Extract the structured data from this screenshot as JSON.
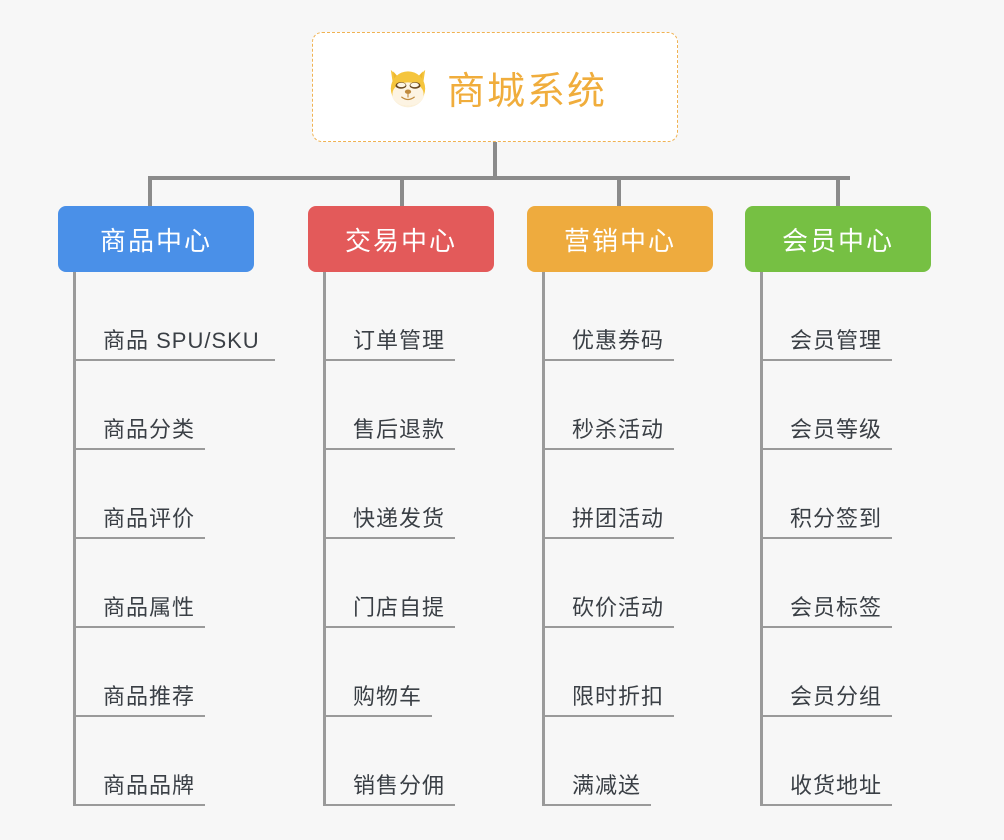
{
  "root": {
    "icon": "shiba-dog-face-icon",
    "title": "商城系统",
    "accent_color": "#f0ad3c",
    "border_color": "#f0b252"
  },
  "background_color": "#f7f7f7",
  "connector_color": "#8b8b8b",
  "columns": [
    {
      "id": "product-center",
      "label": "商品中心",
      "color": "#4a90e8",
      "items": [
        "商品 SPU/SKU",
        "商品分类",
        "商品评价",
        "商品属性",
        "商品推荐",
        "商品品牌"
      ]
    },
    {
      "id": "trade-center",
      "label": "交易中心",
      "color": "#e35a5a",
      "items": [
        "订单管理",
        "售后退款",
        "快递发货",
        "门店自提",
        "购物车",
        "销售分佣"
      ]
    },
    {
      "id": "marketing-center",
      "label": "营销中心",
      "color": "#eeab3e",
      "items": [
        "优惠券码",
        "秒杀活动",
        "拼团活动",
        "砍价活动",
        "限时折扣",
        "满减送"
      ]
    },
    {
      "id": "member-center",
      "label": "会员中心",
      "color": "#76c043",
      "items": [
        "会员管理",
        "会员等级",
        "积分签到",
        "会员标签",
        "会员分组",
        "收货地址"
      ]
    }
  ]
}
